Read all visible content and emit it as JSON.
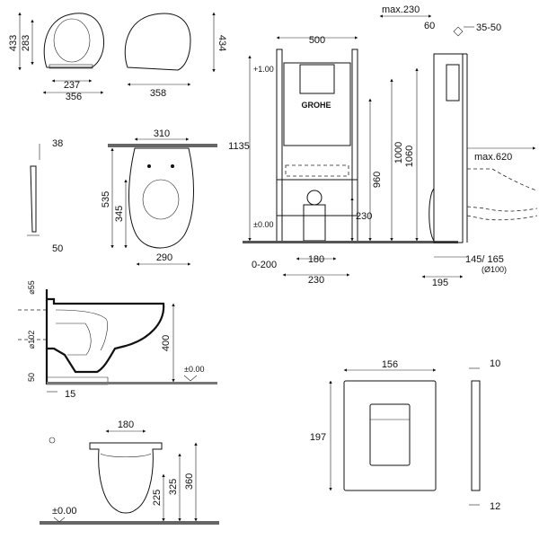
{
  "seat_views": {
    "front": {
      "h_outer": "433",
      "h_inner": "283",
      "w_inner": "237",
      "w_outer": "356"
    },
    "top": {
      "h": "434",
      "w": "358"
    }
  },
  "seat_side": {
    "thickness": "38",
    "depth": "50"
  },
  "bowl_top": {
    "w_top": "310",
    "h_total": "535",
    "h_inner": "345",
    "w_base": "290"
  },
  "bowl_side": {
    "d_top": "⌀55",
    "d_mid": "⌀102",
    "h_base": "50",
    "h_total": "400",
    "offset": "15",
    "level": "±0.00"
  },
  "bowl_front": {
    "w": "180",
    "h1": "225",
    "h2": "325",
    "h3": "360",
    "level": "±0.00"
  },
  "frame_front": {
    "top_w": "500",
    "h_total": "1135",
    "mark_top": "+1.00",
    "mark_zero": "±0.00",
    "h_1000": "1000",
    "h_960": "960",
    "h_230": "230",
    "base_range": "0-200",
    "bottom_180": "180",
    "bottom_230": "230",
    "brand": "GROHE"
  },
  "frame_side": {
    "max_depth": "max.230",
    "top_60": "60",
    "top_35_50": "35-50",
    "h_1060": "1060",
    "max_reach": "max.620",
    "pipe": "145/ 165",
    "pipe_d": "(Ø100)",
    "bottom_195": "195"
  },
  "flush_plate": {
    "w": "156",
    "h": "197",
    "side_top": "10",
    "side_bottom": "12"
  }
}
